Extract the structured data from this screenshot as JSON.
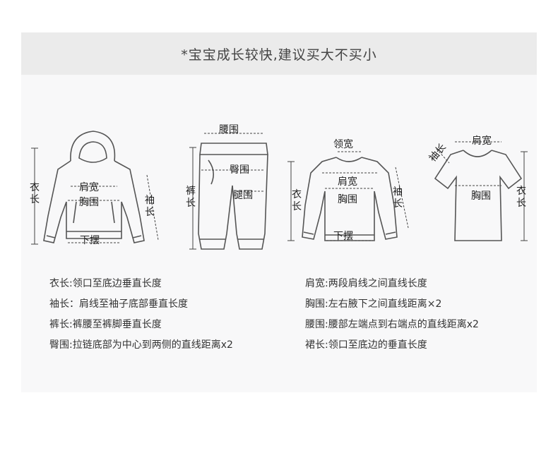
{
  "banner": "*宝宝成长较快,建议买大不买小",
  "figures": {
    "hoodie": {
      "length": "衣长",
      "shoulder": "肩宽",
      "chest": "胸围",
      "sleeve": "袖长",
      "hem": "下摆"
    },
    "pants": {
      "waist": "腰围",
      "hip": "臀围",
      "thigh": "腿围",
      "pants_length": "裤长"
    },
    "sweater": {
      "neck": "领宽",
      "shoulder": "肩宽",
      "chest": "胸围",
      "length": "衣长",
      "sleeve": "袖长",
      "hem": "下摆"
    },
    "tshirt": {
      "shoulder": "肩宽",
      "sleeve": "袖长",
      "chest": "胸围",
      "length": "衣长"
    }
  },
  "descriptions": {
    "left": [
      "衣长:领口至底边垂直长度",
      "袖长：肩线至袖子底部垂直长度",
      "裤长:裤腰至裤脚垂直长度",
      "臀围:拉链底部为中心到两侧的直线距离x2"
    ],
    "right": [
      "肩宽:两段肩线之间直线长度",
      "胸围:左右腋下之间直线距离×2",
      "腰围:腰部左端点到右端点的直线距离x2",
      "裙长:领口至底边的垂直长度"
    ]
  }
}
